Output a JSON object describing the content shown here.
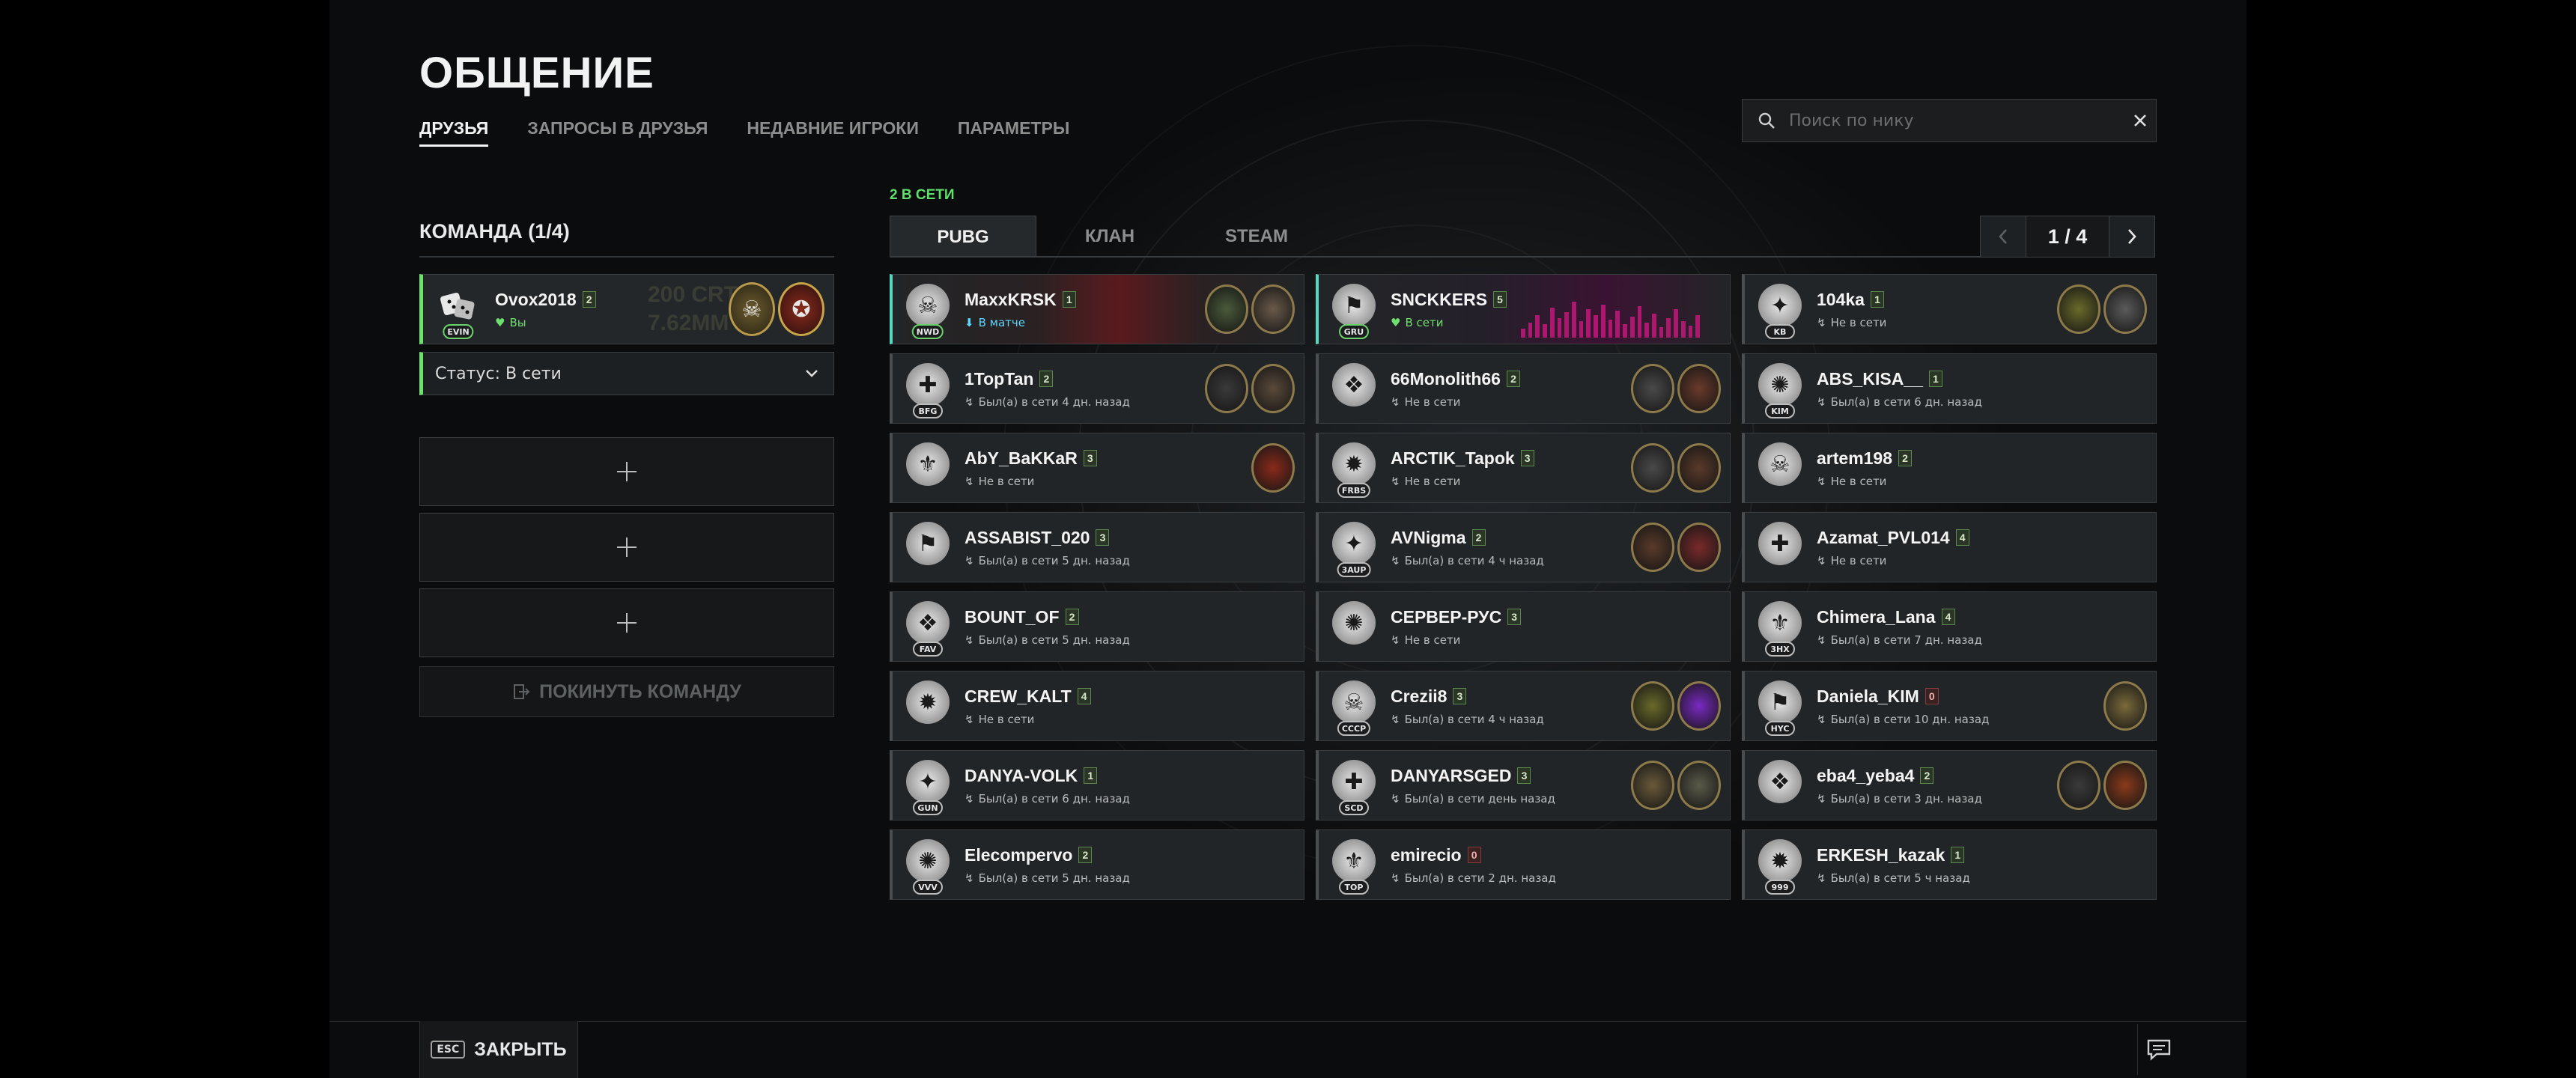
{
  "header": {
    "title": "ОБЩЕНИЕ",
    "tabs": [
      "ДРУЗЬЯ",
      "ЗАПРОСЫ В ДРУЗЬЯ",
      "НЕДАВНИЕ ИГРОКИ",
      "ПАРАМЕТРЫ"
    ],
    "active_tab": "ДРУЗЬЯ"
  },
  "search": {
    "placeholder": "Поиск по нику",
    "value": ""
  },
  "team": {
    "title": "КОМАНДА (1/4)",
    "member": {
      "name": "Ovox2018",
      "level": "2",
      "tag": "EVIN",
      "status": "Вы",
      "badge_text": "200 CRT",
      "badge_sub": "7.62MM"
    },
    "status_dropdown": "Статус: В сети",
    "leave_label": "ПОКИНУТЬ КОМАНДУ"
  },
  "friends": {
    "online_count": "2 В СЕТИ",
    "subtabs": [
      "PUBG",
      "КЛАН",
      "STEAM"
    ],
    "active_subtab": "PUBG",
    "page": "1 / 4",
    "list": [
      {
        "name": "MaxxKRSK",
        "level": "1",
        "tag": "NWD",
        "status": "В матче",
        "state": "match"
      },
      {
        "name": "SNCKKERS",
        "level": "5",
        "tag": "GRU",
        "status": "В сети",
        "state": "online"
      },
      {
        "name": "104ka",
        "level": "1",
        "tag": "KB",
        "status": "Не в сети",
        "state": "offline"
      },
      {
        "name": "1TopTan",
        "level": "2",
        "tag": "BFG",
        "status": "Был(а) в сети 4 дн. назад",
        "state": "offline"
      },
      {
        "name": "66Monolith66",
        "level": "2",
        "tag": "",
        "status": "Не в сети",
        "state": "offline"
      },
      {
        "name": "ABS_KISA__",
        "level": "1",
        "tag": "KIM",
        "status": "Был(а) в сети 6 дн. назад",
        "state": "offline"
      },
      {
        "name": "AbY_BaKKaR",
        "level": "3",
        "tag": "",
        "status": "Не в сети",
        "state": "offline"
      },
      {
        "name": "ARCTIK_Tapok",
        "level": "3",
        "tag": "FRBS",
        "status": "Не в сети",
        "state": "offline"
      },
      {
        "name": "artem198",
        "level": "2",
        "tag": "",
        "status": "Не в сети",
        "state": "offline"
      },
      {
        "name": "ASSABIST_020",
        "level": "3",
        "tag": "",
        "status": "Был(а) в сети 5 дн. назад",
        "state": "offline"
      },
      {
        "name": "AVNigma",
        "level": "2",
        "tag": "3AUP",
        "status": "Был(а) в сети 4 ч назад",
        "state": "offline"
      },
      {
        "name": "Azamat_PVL014",
        "level": "4",
        "tag": "",
        "status": "Не в сети",
        "state": "offline"
      },
      {
        "name": "BOUNT_OF",
        "level": "2",
        "tag": "FAV",
        "status": "Был(а) в сети 5 дн. назад",
        "state": "offline"
      },
      {
        "name": "СЕРВЕР-РУС",
        "level": "3",
        "tag": "",
        "status": "Не в сети",
        "state": "offline"
      },
      {
        "name": "Chimera_Lana",
        "level": "4",
        "tag": "3HX",
        "status": "Был(а) в сети 7 дн. назад",
        "state": "offline"
      },
      {
        "name": "CREW_KALT",
        "level": "4",
        "tag": "",
        "status": "Не в сети",
        "state": "offline"
      },
      {
        "name": "Crezii8",
        "level": "3",
        "tag": "CCCP",
        "status": "Был(а) в сети 4 ч назад",
        "state": "offline"
      },
      {
        "name": "Daniela_KIM",
        "level": "0",
        "tag": "HYC",
        "status": "Был(а) в сети 10 дн. назад",
        "state": "offline"
      },
      {
        "name": "DANYA-VOLK",
        "level": "1",
        "tag": "GUN",
        "status": "Был(а) в сети 6 дн. назад",
        "state": "offline"
      },
      {
        "name": "DANYARSGED",
        "level": "3",
        "tag": "SCD",
        "status": "Был(а) в сети день назад",
        "state": "offline"
      },
      {
        "name": "eba4_yeba4",
        "level": "2",
        "tag": "",
        "status": "Был(а) в сети 3 дн. назад",
        "state": "offline"
      },
      {
        "name": "Elecompervo",
        "level": "2",
        "tag": "VVV",
        "status": "Был(а) в сети 5 дн. назад",
        "state": "offline"
      },
      {
        "name": "emirecio",
        "level": "0",
        "tag": "TOP",
        "status": "Был(а) в сети 2 дн. назад",
        "state": "offline"
      },
      {
        "name": "ERKESH_kazak",
        "level": "1",
        "tag": "999",
        "status": "Был(а) в сети 5 ч назад",
        "state": "offline"
      }
    ]
  },
  "footer": {
    "esc_key": "ESC",
    "close_label": "ЗАКРЫТЬ"
  }
}
